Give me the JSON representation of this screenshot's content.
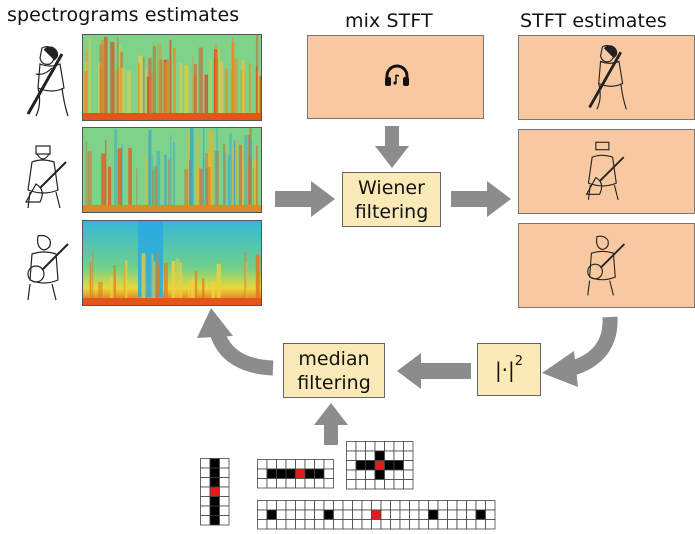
{
  "titles": {
    "spectrograms": "spectrograms estimates",
    "mix": "mix STFT",
    "stft_estimates": "STFT estimates"
  },
  "boxes": {
    "wiener_line1": "Wiener",
    "wiener_line2": "filtering",
    "median_line1": "median",
    "median_line2": "filtering",
    "magnitude_sq": "|·|",
    "magnitude_exp": "2"
  },
  "sources": [
    "saxophone player",
    "balalaika player",
    "banjo player"
  ],
  "icons": {
    "mix": "headphones-icon"
  },
  "colors": {
    "stft_fill": "#f8c9a1",
    "filter_fill": "#fbeab8",
    "arrow": "#8c8c8c",
    "kernel_center": "#e31b1b"
  }
}
